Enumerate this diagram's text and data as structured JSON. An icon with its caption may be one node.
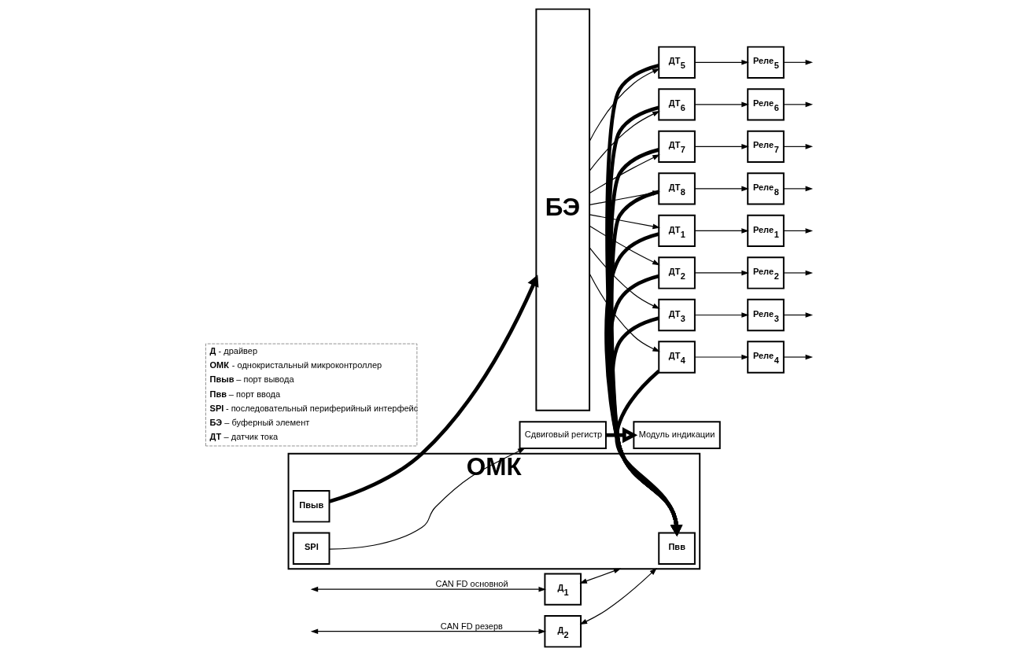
{
  "diagram": {
    "nodes": [
      {
        "text": [
          "ОМК"
        ]
      },
      {
        "text": [
          "Пвв"
        ],
        "in": 0
      },
      {
        "text": [
          "Пвыв"
        ],
        "in": 0
      },
      {
        "text": [
          "SPI"
        ],
        "in": 0
      },
      {
        "text": [
          "Д$_{1}$"
        ]
      },
      {
        "text": [
          "Д$_{2}$"
        ]
      },
      {
        "text": [
          "Сдвиговый регистр"
        ]
      },
      {
        "text": [
          "Модуль индикации"
        ]
      },
      {
        "text": [
          "БЭ"
        ]
      },
      {
        "text": [
          "ДТ$_{1}$"
        ]
      },
      {
        "text": [
          "ДТ$_{2}$"
        ]
      },
      {
        "text": [
          "ДТ$_{3}$"
        ]
      },
      {
        "text": [
          "ДТ$_{4}$"
        ]
      },
      {
        "text": [
          "ДТ$_{5}$"
        ]
      },
      {
        "text": [
          "ДТ$_{6}$"
        ]
      },
      {
        "text": [
          "ДТ$_{7}$"
        ]
      },
      {
        "text": [
          "ДТ$_{8}$"
        ]
      },
      {
        "text": [
          "Реле$_{1}$"
        ]
      },
      {
        "text": [
          "Реле$_{2}$"
        ]
      },
      {
        "text": [
          "Реле$_{3}$"
        ]
      },
      {
        "text": [
          "Реле$_{4}$"
        ]
      },
      {
        "text": [
          "Реле$_{5}$"
        ]
      },
      {
        "text": [
          "Реле$_{6}$"
        ]
      },
      {
        "text": [
          "Реле$_{7}$"
        ]
      },
      {
        "text": [
          "Реле$_{8}$"
        ]
      }
    ],
    "edges": [
      {
        "from": null,
        "to": 4,
        "arrow": "both",
        "label": "CAN FD основной"
      },
      {
        "from": 4,
        "to": 0,
        "arrow": "both"
      },
      {
        "from": null,
        "to": 5,
        "arrow": "both",
        "label": "CAN FD резерв"
      },
      {
        "from": 5,
        "to": 0,
        "arrow": "both"
      },
      {
        "from": 2,
        "to": 8,
        "arrow": "to",
        "style": "thick"
      },
      {
        "from": 3,
        "to": 6,
        "arrow": "to"
      },
      {
        "from": 6,
        "to": 7,
        "arrow": "to",
        "style": "thick"
      },
      {
        "from": 8,
        "to": 9,
        "arrow": "to"
      },
      {
        "from": 8,
        "to": 10,
        "arrow": "to"
      },
      {
        "from": 8,
        "to": 11,
        "arrow": "to"
      },
      {
        "from": 8,
        "to": 12,
        "arrow": "to"
      },
      {
        "from": 8,
        "to": 13,
        "arrow": "to"
      },
      {
        "from": 8,
        "to": 14,
        "arrow": "to"
      },
      {
        "from": 8,
        "to": 15,
        "arrow": "to"
      },
      {
        "from": 8,
        "to": 16,
        "arrow": "to"
      },
      {
        "from": 9,
        "to": 17,
        "arrow": "to"
      },
      {
        "from": 10,
        "to": 18,
        "arrow": "to"
      },
      {
        "from": 11,
        "to": 19,
        "arrow": "to"
      },
      {
        "from": 12,
        "to": 20,
        "arrow": "to"
      },
      {
        "from": 13,
        "to": 21,
        "arrow": "to"
      },
      {
        "from": 14,
        "to": 22,
        "arrow": "to"
      },
      {
        "from": 15,
        "to": 23,
        "arrow": "to"
      },
      {
        "from": 16,
        "to": 24,
        "arrow": "to"
      },
      {
        "from": 17,
        "to": null,
        "arrow": "to"
      },
      {
        "from": 18,
        "to": null,
        "arrow": "to"
      },
      {
        "from": 19,
        "to": null,
        "arrow": "to"
      },
      {
        "from": 20,
        "to": null,
        "arrow": "to"
      },
      {
        "from": 21,
        "to": null,
        "arrow": "to"
      },
      {
        "from": 22,
        "to": null,
        "arrow": "to"
      },
      {
        "from": 23,
        "to": null,
        "arrow": "to"
      },
      {
        "from": 24,
        "to": null,
        "arrow": "to"
      },
      {
        "from": 9,
        "to": 1,
        "arrow": "to",
        "style": "thick"
      },
      {
        "from": 10,
        "to": 1,
        "arrow": "to",
        "style": "thick"
      },
      {
        "from": 11,
        "to": 1,
        "arrow": "to",
        "style": "thick"
      },
      {
        "from": 12,
        "to": 1,
        "arrow": "to",
        "style": "thick"
      },
      {
        "from": 13,
        "to": 1,
        "arrow": "to",
        "style": "thick"
      },
      {
        "from": 14,
        "to": 1,
        "arrow": "to",
        "style": "thick"
      },
      {
        "from": 15,
        "to": 1,
        "arrow": "to",
        "style": "thick"
      },
      {
        "from": 16,
        "to": 1,
        "arrow": "to",
        "style": "thick"
      }
    ],
    "labels": [
      "**Д** - драйвер",
      "**ОМК** - однокристальный микроконтроллер",
      "**Пвыв** – порт вывода",
      "**Пвв** – порт ввода",
      "**SPI** - последовательный периферийный интерфейс",
      "**БЭ** – буферный элемент",
      "**ДТ** – датчик тока"
    ]
  }
}
